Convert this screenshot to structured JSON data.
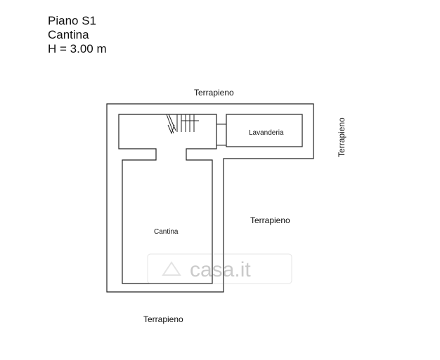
{
  "header": {
    "floor": "Piano S1",
    "room_type": "Cantina",
    "height": "H = 3.00 m"
  },
  "labels": {
    "terrapieno_top": "Terrapieno",
    "terrapieno_right": "Terrapieno",
    "terrapieno_mid": "Terrapieno",
    "terrapieno_bottom": "Terrapieno",
    "lavanderia": "Lavanderia",
    "cantina": "Cantina"
  },
  "watermark": "casa.it"
}
